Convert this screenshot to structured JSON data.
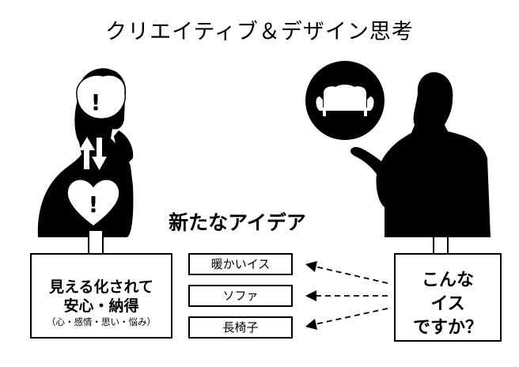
{
  "title": "クリエイティブ＆デザイン思考",
  "heading": "新たなアイデア",
  "ideas": [
    "暖かいイス",
    "ソファ",
    "長椅子"
  ],
  "left_callout": {
    "line1": "見える化されて",
    "line2": "安心・納得",
    "line3": "（心・感情・思い・悩み）"
  },
  "right_callout": {
    "line1": "こんな",
    "line2": "イス",
    "line3": "ですか？"
  },
  "head_symbol": "!",
  "heart_symbol": "!"
}
